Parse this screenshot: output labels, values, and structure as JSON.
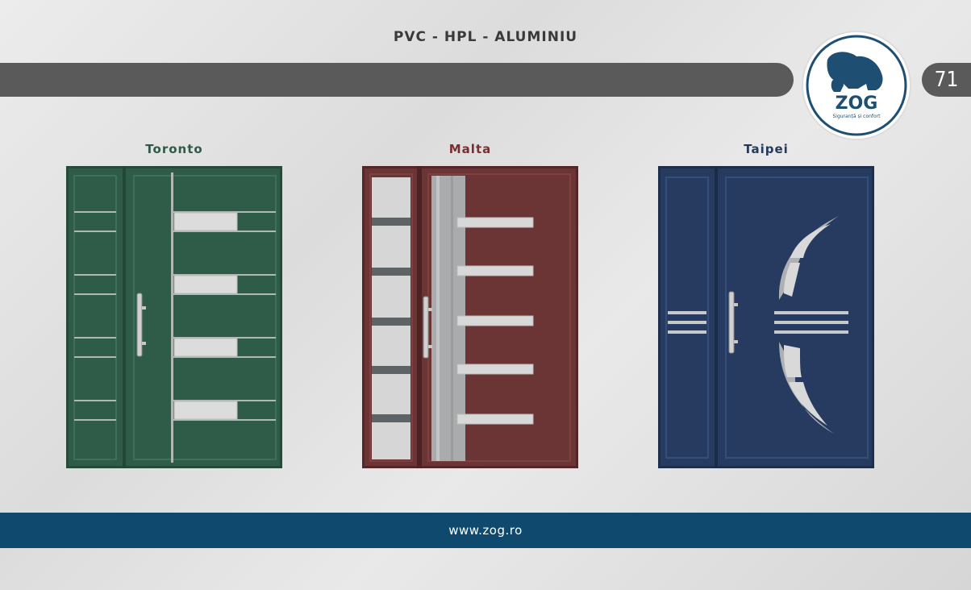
{
  "header": {
    "title": "PVC - HPL - ALUMINIU",
    "page_number": "71"
  },
  "logo": {
    "brand": "ZOG",
    "tagline": "Siguranță și confort",
    "icon": "bear-icon"
  },
  "doors": [
    {
      "name": "Toronto",
      "label_color": "#2e5a47",
      "panel_color": "#2f5c48"
    },
    {
      "name": "Malta",
      "label_color": "#7a2e30",
      "panel_color": "#6b3435"
    },
    {
      "name": "Taipei",
      "label_color": "#23395e",
      "panel_color": "#263b5f"
    }
  ],
  "footer": {
    "website": "www.zog.ro"
  },
  "colors": {
    "bar_gray": "#5a5a5a",
    "footer_blue": "#0f4a6e"
  }
}
